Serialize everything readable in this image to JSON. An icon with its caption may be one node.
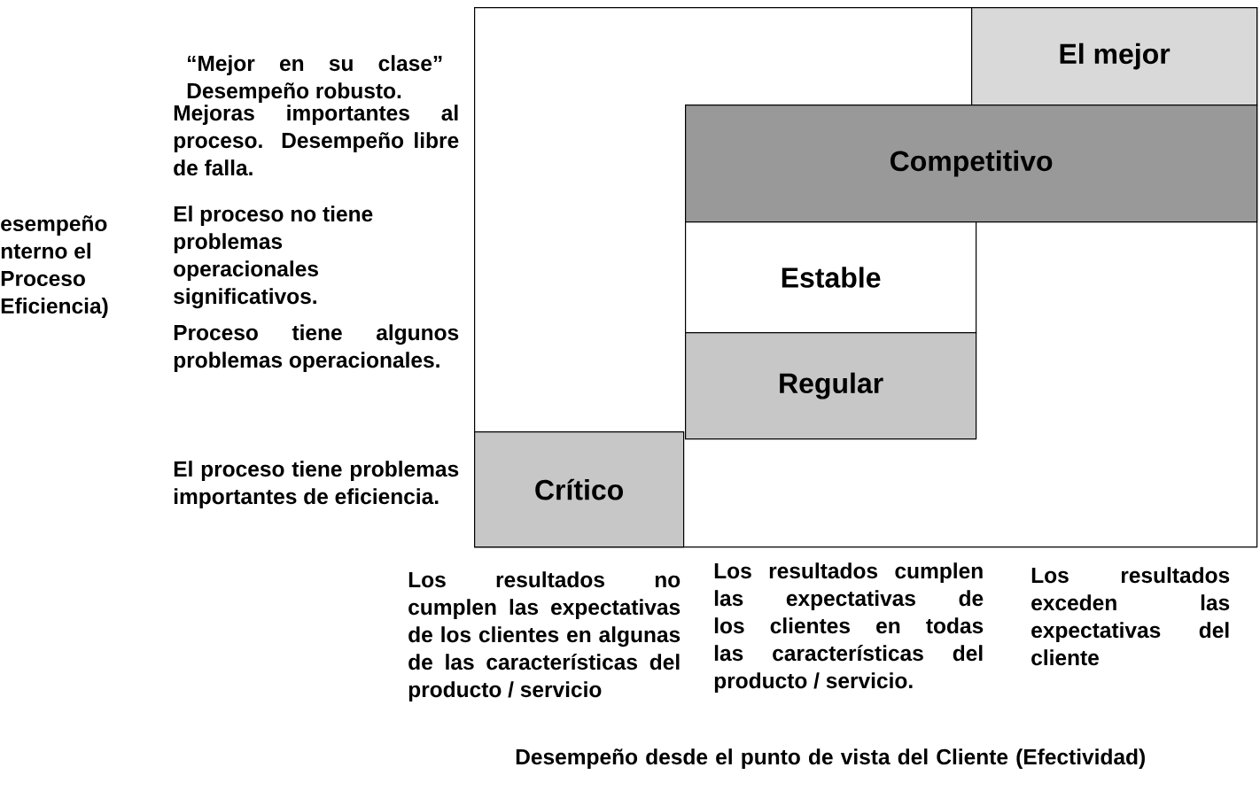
{
  "diagram": {
    "nodes": [
      {
        "text": [],
        "shape": "box"
      },
      {
        "text": [
          "El mejor"
        ],
        "in": 0
      },
      {
        "text": [
          "Competitivo"
        ],
        "in": 0
      },
      {
        "text": [
          "Estable"
        ],
        "in": 0
      },
      {
        "text": [
          "Regular"
        ],
        "in": 0
      },
      {
        "text": [
          "Crítico"
        ],
        "in": 0
      }
    ],
    "edges": [],
    "labels": [
      "“Mejor en su clase” Desempeño robusto.",
      "Mejoras importantes al proceso. Desempeño libre de falla.",
      "esempeño nterno el Proceso Eficiencia)",
      "El proceso no tiene problemas operacionales significativos.",
      "Proceso tiene algunos problemas operacionales.",
      "El proceso tiene problemas importantes de eficiencia.",
      "Los resultados no cumplen las expectativas de los clientes en algunas de las características del producto / servicio",
      "Los resultados cumplen las expectativas de los clientes en todas las características del producto / servicio.",
      "Los resultados exceden las expectativas del cliente",
      "Desempeño desde el punto de vista del Cliente (Efectividad)"
    ]
  }
}
